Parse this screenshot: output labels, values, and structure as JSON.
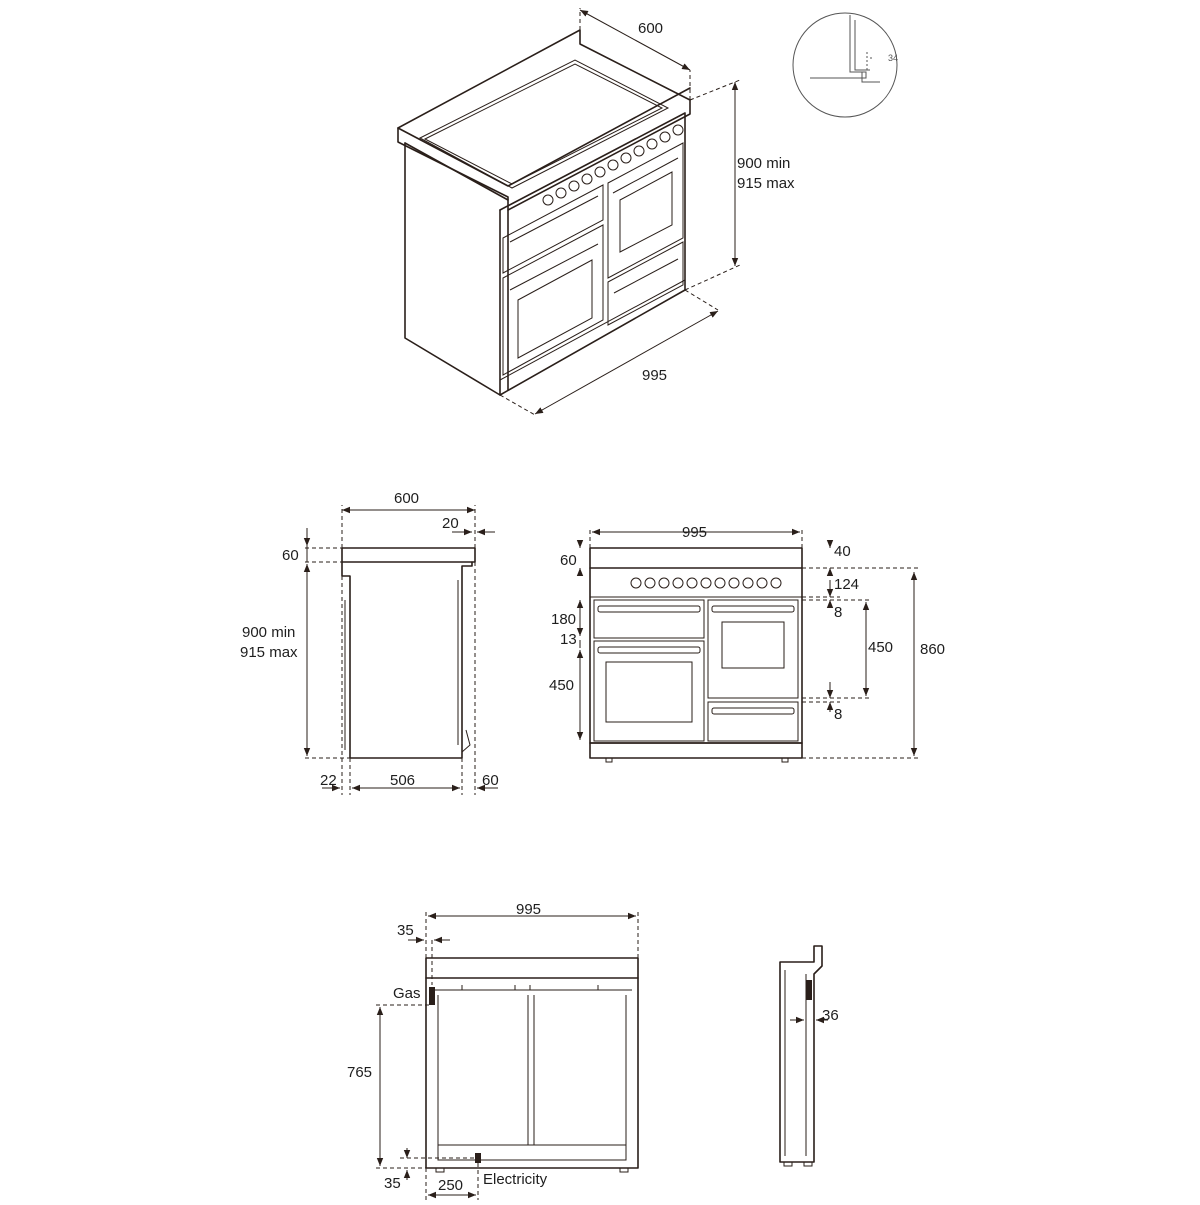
{
  "labels": {
    "iso_depth": "600",
    "iso_height_min": "900 min",
    "iso_height_max": "915 max",
    "iso_width": "995",
    "detail_34": "34",
    "side_width": "600",
    "side_20": "20",
    "side_60_top": "60",
    "side_height_min": "900 min",
    "side_height_max": "915 max",
    "side_22": "22",
    "side_506": "506",
    "side_60_bottom": "60",
    "front_width": "995",
    "front_60": "60",
    "front_40": "40",
    "front_124": "124",
    "front_8_top": "8",
    "front_180": "180",
    "front_13": "13",
    "front_450_right": "450",
    "front_860": "860",
    "front_450_left": "450",
    "front_8_bottom": "8",
    "back_width": "995",
    "back_35_top": "35",
    "back_gas": "Gas",
    "back_765": "765",
    "back_35_bottom": "35",
    "back_250": "250",
    "back_electricity": "Electricity",
    "profile_36": "36"
  },
  "colors": {
    "line": "#2a1f1a",
    "text": "#1e1e1e",
    "detail": "#555555"
  },
  "units": "mm"
}
